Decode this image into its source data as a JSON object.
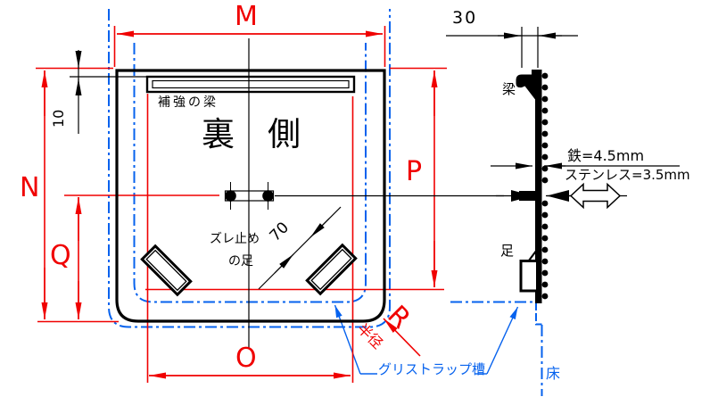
{
  "drawing": {
    "title": "裏　側",
    "dims": {
      "M": "M",
      "N": "N",
      "P": "P",
      "Q": "Q",
      "O": "O",
      "R": "R",
      "radius_word": "半径",
      "beam_offset": "10",
      "beam_depth": "30",
      "foot_width": "70"
    },
    "labels": {
      "reinforcement_beam": "補強の梁",
      "anti_slip_foot_line1": "ズレ止め",
      "anti_slip_foot_line2": "の足",
      "grease_trap": "グリストラップ槽",
      "beam": "梁",
      "foot": "足",
      "floor": "床",
      "iron_thickness": "鉄=4.5mm",
      "stainless_thickness": "ステンレス=3.5mm"
    },
    "colors": {
      "dimension_red": "#f00000",
      "trap_blue": "#0662ee",
      "line_black": "#000000",
      "background": "#ffffff"
    }
  }
}
